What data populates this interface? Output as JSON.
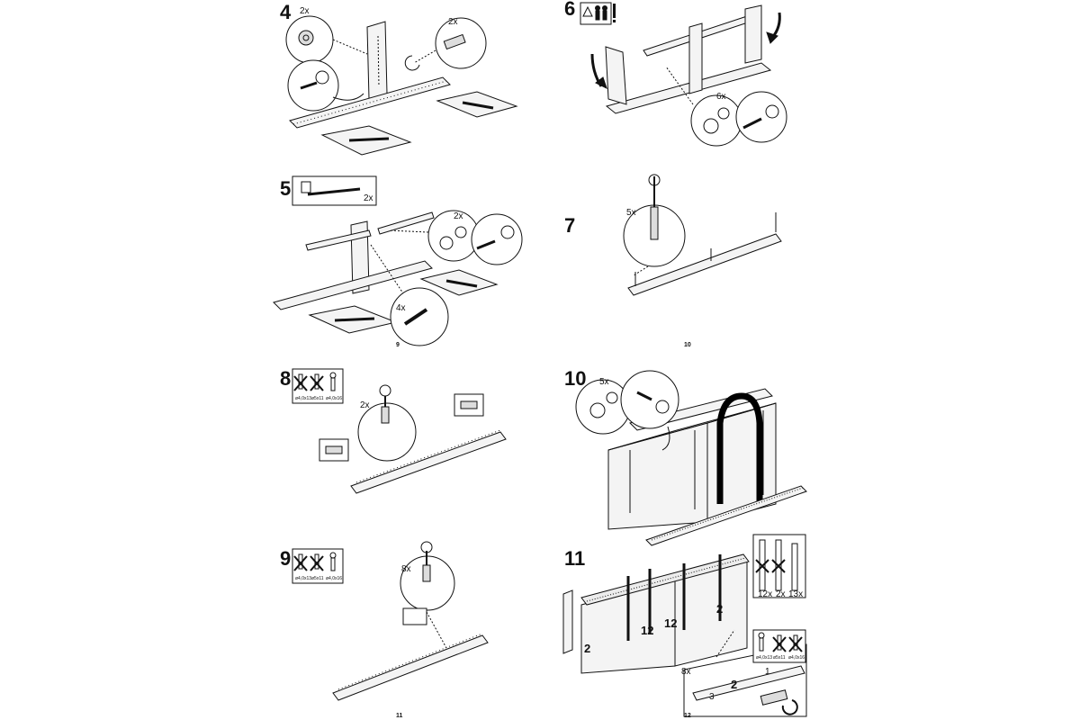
{
  "left_page": {
    "page_number": "9",
    "steps": [
      {
        "number": "4",
        "labels": {
          "qty_a": "2x",
          "qty_b": "2x"
        }
      },
      {
        "number": "5",
        "labels": {
          "box_qty": "2x",
          "qty_a": "2x",
          "qty_b": "4x"
        }
      },
      {
        "number": "8",
        "labels": {
          "qty": "2x"
        },
        "screws": [
          {
            "spec": "ø4,0x13",
            "allowed": false
          },
          {
            "spec": "ø5x11",
            "allowed": false
          },
          {
            "spec": "ø4,0x16",
            "allowed": true
          }
        ]
      },
      {
        "number": "9",
        "labels": {
          "qty": "8x"
        },
        "screws": [
          {
            "spec": "ø4,0x13",
            "allowed": false
          },
          {
            "spec": "ø5x11",
            "allowed": false
          },
          {
            "spec": "ø4,0x16",
            "allowed": true
          }
        ]
      }
    ],
    "bottom_page_number": "11"
  },
  "right_page": {
    "page_number": "10",
    "steps": [
      {
        "number": "6",
        "labels": {
          "qty": "6x"
        },
        "warning_icon": "two-person-warning-icon"
      },
      {
        "number": "7",
        "labels": {
          "qty": "5x"
        }
      },
      {
        "number": "10",
        "labels": {
          "qty": "5x"
        }
      },
      {
        "number": "11",
        "labels": {
          "qty_a": "8x",
          "c12a": "12",
          "c12b": "12",
          "c2a": "2",
          "c2b": "2",
          "c2c": "2",
          "c3": "3",
          "c1": "1"
        },
        "strips": [
          {
            "qty": "12x"
          },
          {
            "qty": "2x"
          },
          {
            "qty": "13x"
          }
        ],
        "screws": [
          {
            "spec": "ø4,0x13",
            "allowed": true
          },
          {
            "spec": "ø5x11",
            "allowed": false
          },
          {
            "spec": "ø4,0x16",
            "allowed": false
          }
        ]
      }
    ],
    "bottom_page_number": "12"
  },
  "colors": {
    "ink": "#111111",
    "panel_fill": "#f4f4f4",
    "panel_shade": "#dcdcdc",
    "strap": "#000000"
  }
}
